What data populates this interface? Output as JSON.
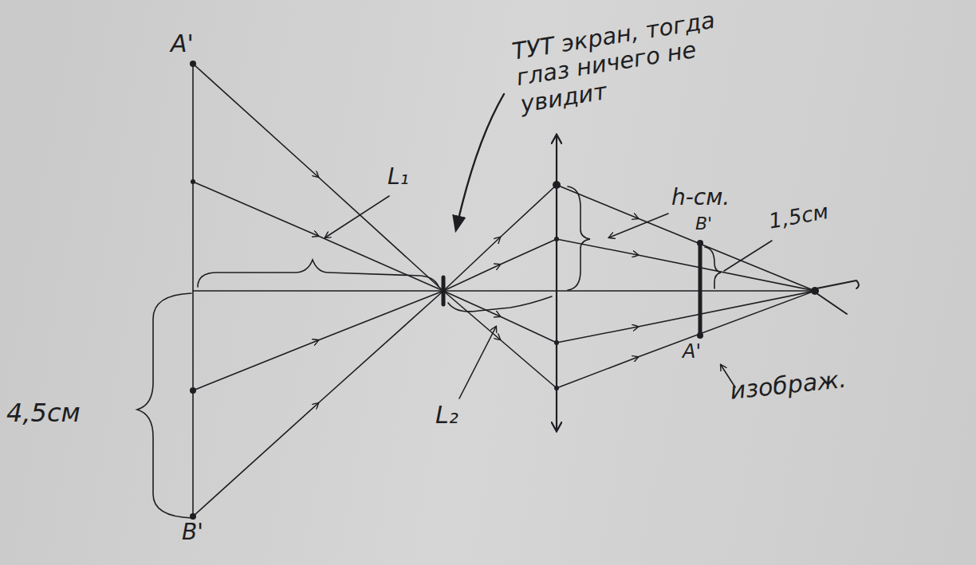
{
  "diagram": {
    "labels": [
      "A'",
      "ТУТ экран, тогда глаз ничего не увидит",
      "L₁",
      "h-см.",
      "B'",
      "1,5см",
      "4,5см",
      "L₂",
      "A'",
      "изображ.",
      "B'"
    ]
  }
}
